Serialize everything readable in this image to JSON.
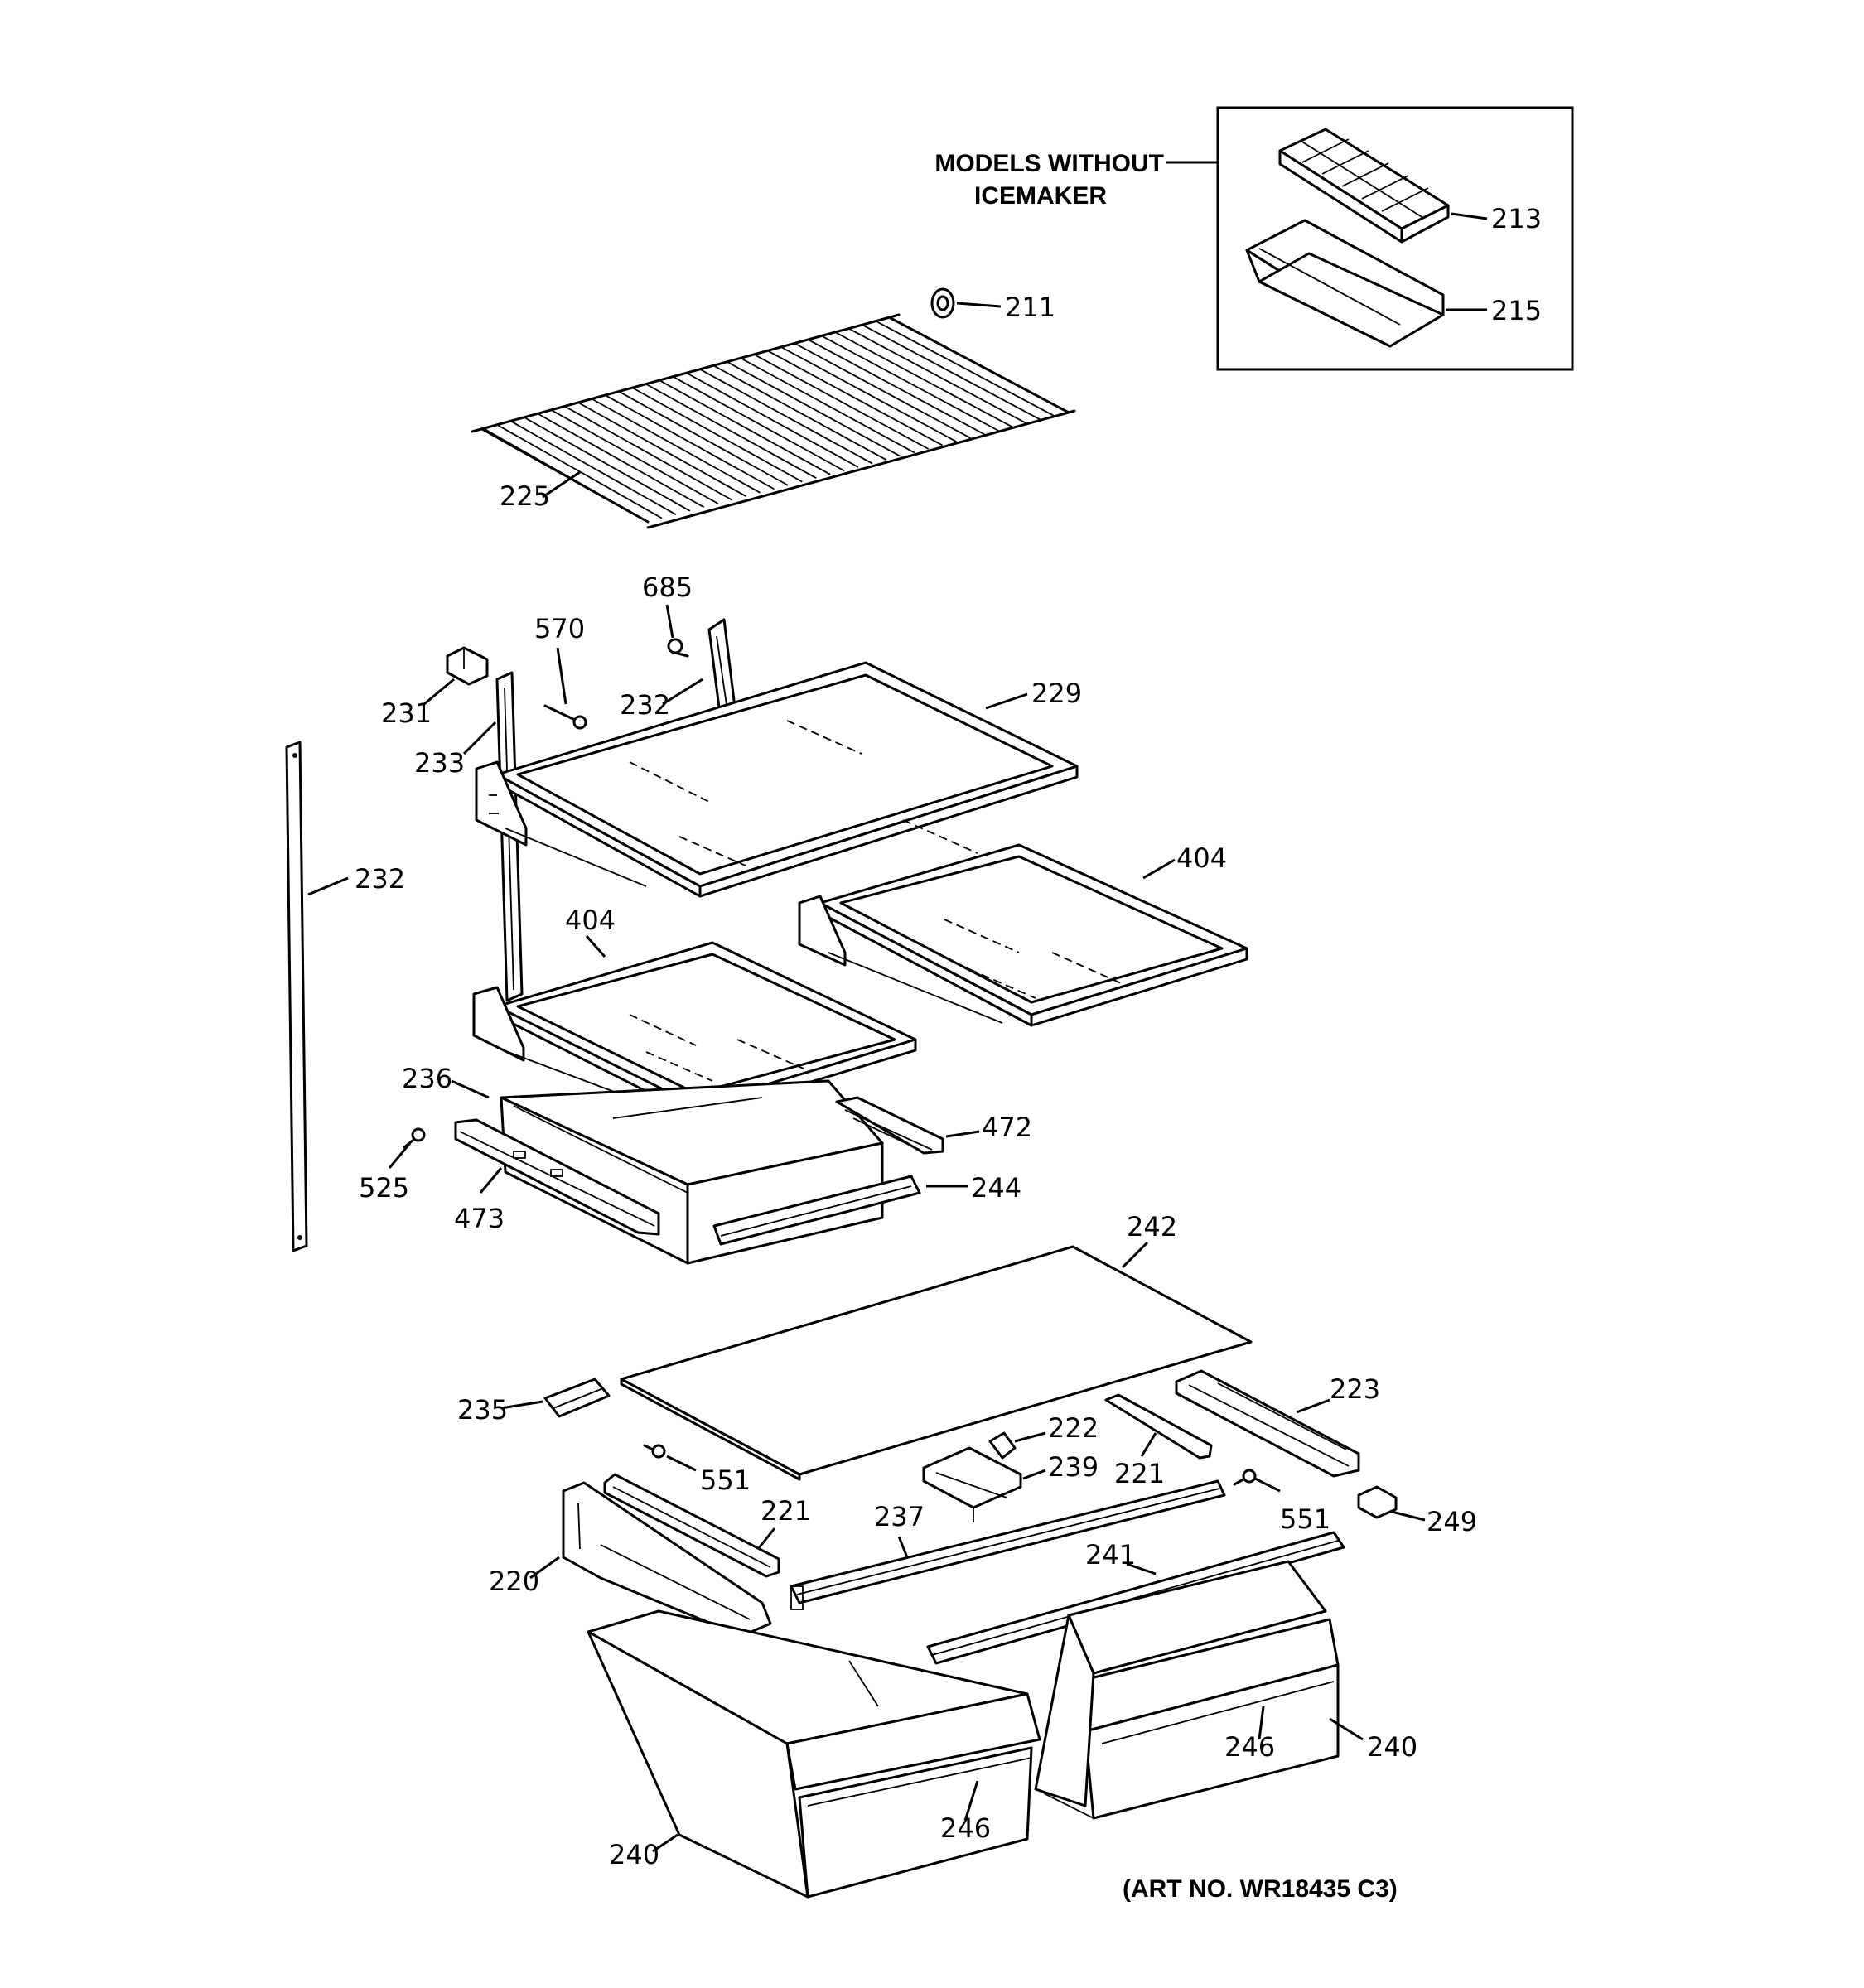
{
  "inset": {
    "heading_line1": "MODELS WITHOUT",
    "heading_line2": "ICEMAKER"
  },
  "art_number": "(ART NO. WR18435 C3)",
  "callouts": {
    "c211": "211",
    "c213": "213",
    "c215": "215",
    "c225": "225",
    "c685": "685",
    "c570": "570",
    "c231": "231",
    "c232_top": "232",
    "c229": "229",
    "c233": "233",
    "c232_left": "232",
    "c404_right": "404",
    "c404_left": "404",
    "c236": "236",
    "c472": "472",
    "c525": "525",
    "c244": "244",
    "c473": "473",
    "c242": "242",
    "c223": "223",
    "c235": "235",
    "c222": "222",
    "c239": "239",
    "c221_right": "221",
    "c551_left": "551",
    "c221_left": "221",
    "c237": "237",
    "c551_right": "551",
    "c249": "249",
    "c241": "241",
    "c220": "220",
    "c246_right": "246",
    "c240_right": "240",
    "c246_left": "246",
    "c240_left": "240"
  }
}
